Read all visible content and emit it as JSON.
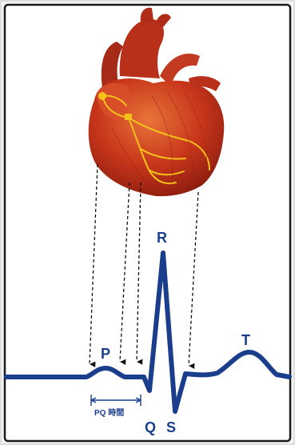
{
  "waves": {
    "P": "P",
    "Q": "Q",
    "R": "R",
    "S": "S",
    "T": "T"
  },
  "interval": {
    "label": "PQ 時間"
  },
  "colors": {
    "ecg": "#1a3d8c",
    "heart": "#c8361a",
    "conduction": "#f2c21b",
    "background": "#ffffff",
    "frame": "#1a1a1a"
  },
  "icons": {
    "heart": "heart-icon"
  }
}
